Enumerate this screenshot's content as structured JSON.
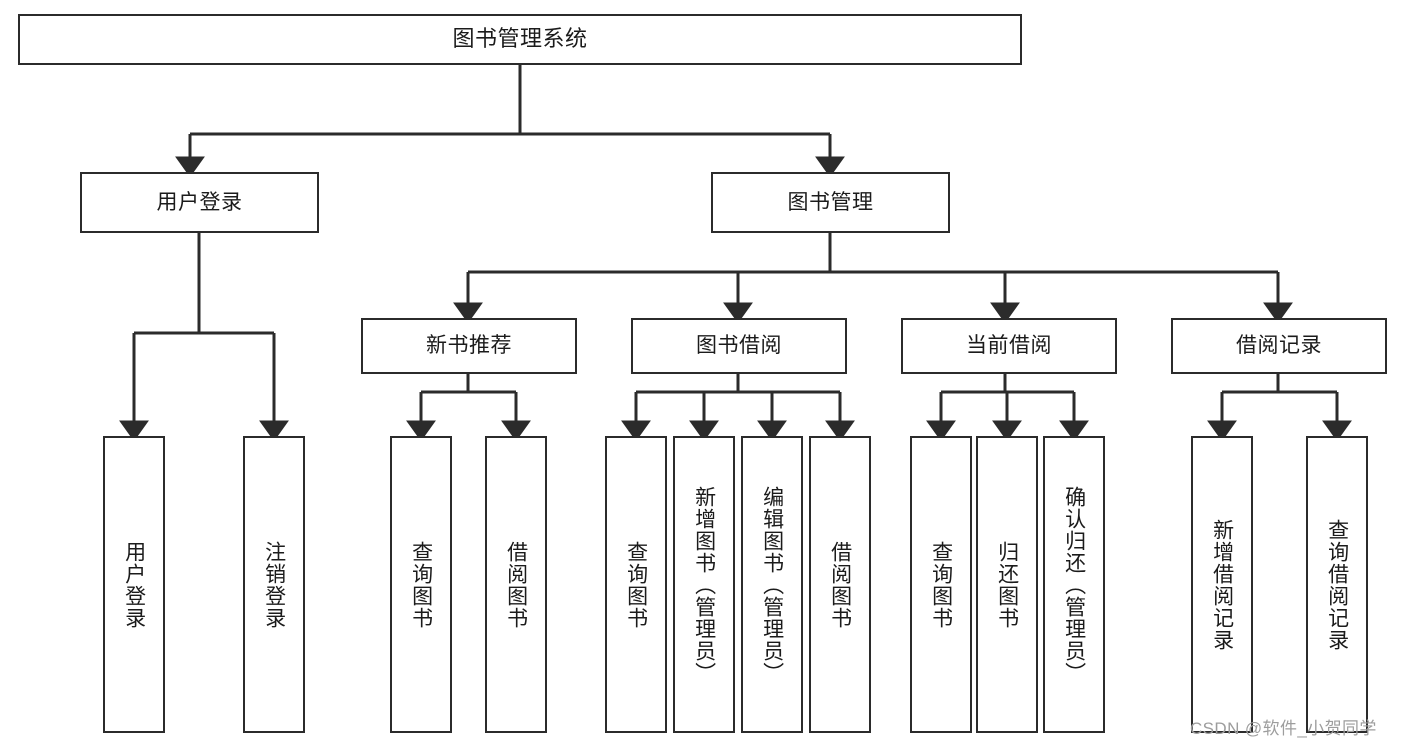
{
  "diagram": {
    "title": "图书管理系统",
    "type": "tree-hierarchy",
    "root": {
      "label": "图书管理系统"
    },
    "level2": [
      {
        "label": "用户登录"
      },
      {
        "label": "图书管理"
      }
    ],
    "level3": [
      {
        "label": "新书推荐"
      },
      {
        "label": "图书借阅"
      },
      {
        "label": "当前借阅"
      },
      {
        "label": "借阅记录"
      }
    ],
    "leaves": {
      "user_login": [
        {
          "label": "用户登录"
        },
        {
          "label": "注销登录"
        }
      ],
      "new_book_recommend": [
        {
          "label": "查询图书"
        },
        {
          "label": "借阅图书"
        }
      ],
      "book_borrow": [
        {
          "label": "查询图书"
        },
        {
          "label": "新增图书（管理员）"
        },
        {
          "label": "编辑图书（管理员）"
        },
        {
          "label": "借阅图书"
        }
      ],
      "current_borrow": [
        {
          "label": "查询图书"
        },
        {
          "label": "归还图书"
        },
        {
          "label": "确认归还（管理员）"
        }
      ],
      "borrow_record": [
        {
          "label": "新增借阅记录"
        },
        {
          "label": "查询借阅记录"
        }
      ]
    }
  },
  "watermark": {
    "text": "CSDN @软件_小贺同学"
  },
  "colors": {
    "box_border": "#2b2b2b",
    "box_fill": "#ffffff",
    "edge": "#2b2b2b",
    "text": "#1b1b1b",
    "watermark": "#9d9d9d"
  }
}
